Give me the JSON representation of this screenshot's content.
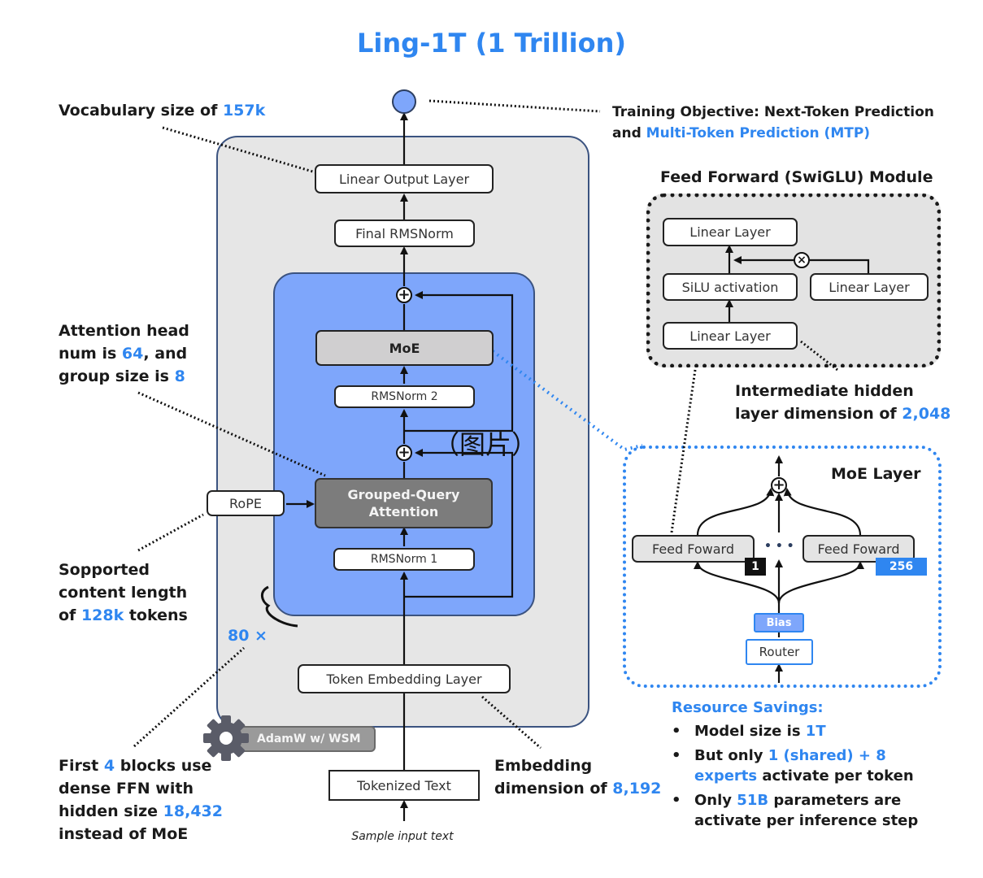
{
  "title": "Ling-1T (1 Trillion)",
  "annotations": {
    "vocab": {
      "text": "Vocabulary size of ",
      "value": "157k"
    },
    "objective": {
      "line1": "Training Objective: Next-Token Prediction",
      "line2_prefix": "and ",
      "line2_value": "Multi-Token Prediction (MTP)"
    },
    "attention": {
      "l1": "Attention head",
      "l2_prefix": "num is ",
      "l2_value": "64",
      "l2_suffix": ", and",
      "l3_prefix": "group size is ",
      "l3_value": "8"
    },
    "context": {
      "l1": "Sopported",
      "l2": "content length",
      "l3_prefix": "of ",
      "l3_value": "128k",
      "l3_suffix": " tokens"
    },
    "layers": {
      "value": "80 ×"
    },
    "dense": {
      "l1_prefix": "First ",
      "l1_value": "4",
      "l1_suffix": " blocks use",
      "l2": "dense FFN with",
      "l3_prefix": "hidden size ",
      "l3_value": "18,432",
      "l4": "instead of MoE"
    },
    "embedding": {
      "l1": "Embedding",
      "l2_prefix": "dimension of ",
      "l2_value": "8,192"
    },
    "intermediate": {
      "l1": "Intermediate hidden",
      "l2_prefix": "layer dimension of ",
      "l2_value": "2,048"
    }
  },
  "main_stack": {
    "linear_output": "Linear Output Layer",
    "final_norm": "Final RMSNorm",
    "moe": "MoE",
    "norm2": "RMSNorm 2",
    "gqa_l1": "Grouped-Query",
    "gqa_l2": "Attention",
    "norm1": "RMSNorm 1",
    "rope": "RoPE",
    "token_embedding": "Token Embedding Layer",
    "tokenized_text": "Tokenized Text",
    "input_caption": "Sample input text",
    "optimizer": "AdamW w/ WSM",
    "watermark": "（图片）"
  },
  "ffn_module": {
    "title": "Feed Forward (SwiGLU) Module",
    "top_linear": "Linear Layer",
    "silu": "SiLU activation",
    "gate_linear": "Linear Layer",
    "bottom_linear": "Linear Layer"
  },
  "moe_layer": {
    "title": "MoE Layer",
    "expert_first": "Feed Foward",
    "expert_first_index": "1",
    "expert_last": "Feed Foward",
    "expert_last_index": "256",
    "ellipsis": "• • •",
    "bias": "Bias",
    "router": "Router"
  },
  "resource_savings": {
    "header": "Resource Savings:",
    "items": [
      {
        "prefix": "Model size is ",
        "value": "1T",
        "suffix": ""
      },
      {
        "prefix": "But only ",
        "value": "1 (shared) + 8 experts",
        "suffix": " activate per token"
      },
      {
        "prefix": "Only ",
        "value": "51B",
        "suffix": " parameters are activate per inference step"
      }
    ]
  },
  "colors": {
    "accent": "#2f86f0",
    "block_blue": "#7ea6fb",
    "outer_gray": "#e6e6e6",
    "gqa_gray": "#7c7c7c"
  }
}
